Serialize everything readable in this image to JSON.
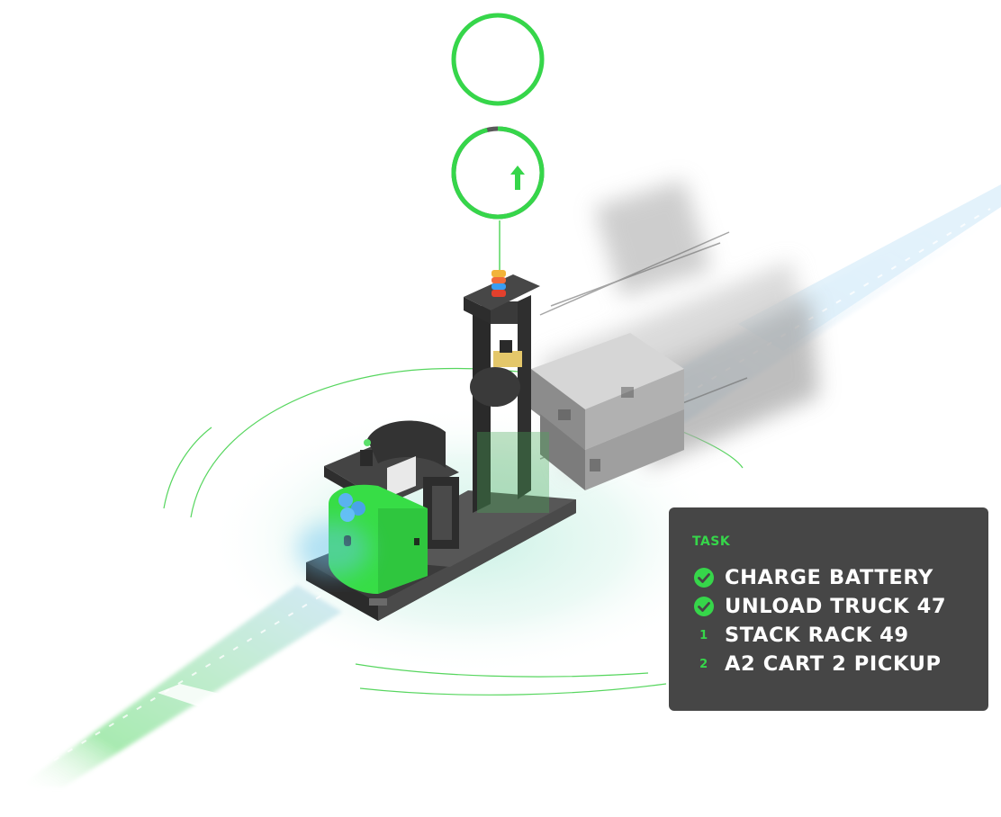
{
  "colors": {
    "accent_green": "#36d64a",
    "panel_background": "#464646",
    "robot_body": "#3a3a3a",
    "robot_green": "#37dd46",
    "track_green": "#8ee59a",
    "track_blue": "#cfe8f8"
  },
  "status_rings": [
    {
      "icon": "empty",
      "progress": 1.0
    },
    {
      "icon": "up-arrow-icon",
      "progress": 0.96
    }
  ],
  "task_panel": {
    "heading": "TASK",
    "items": [
      {
        "marker": "check-icon",
        "label": "CHARGE BATTERY",
        "done": true
      },
      {
        "marker": "check-icon",
        "label": "UNLOAD TRUCK 47",
        "done": true
      },
      {
        "marker": "1",
        "label": "STACK RACK 49",
        "done": false
      },
      {
        "marker": "2",
        "label": "A2 CART 2 PICKUP",
        "done": false
      }
    ]
  }
}
